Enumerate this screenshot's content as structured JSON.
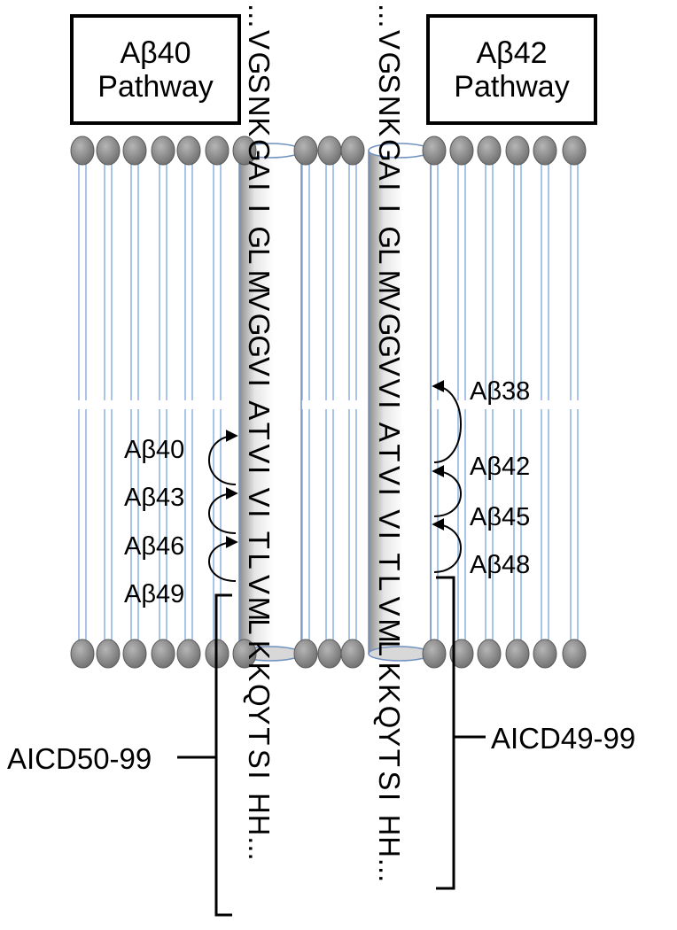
{
  "boxes": {
    "left": {
      "line1": "Aβ40",
      "line2": "Pathway"
    },
    "right": {
      "line1": "Aβ42",
      "line2": "Pathway"
    }
  },
  "sequences": {
    "left": [
      [
        "...",
        "#000000"
      ],
      [
        "V",
        "#000000"
      ],
      [
        "G",
        "#000000"
      ],
      [
        "S",
        "#000000"
      ],
      [
        "N",
        "#000000"
      ],
      [
        "K",
        "#000000"
      ],
      [
        "G",
        "#000000"
      ],
      [
        "A",
        "#000000"
      ],
      [
        "I",
        "#000000"
      ],
      [
        "I",
        "#000000"
      ],
      [
        "G",
        "#000000"
      ],
      [
        "L",
        "#000000"
      ],
      [
        "M",
        "#000000"
      ],
      [
        "V",
        "#000000"
      ],
      [
        "G",
        "#000000"
      ],
      [
        "G",
        "#000000"
      ],
      [
        "V",
        "#000000"
      ],
      [
        "I",
        "#cc0000"
      ],
      [
        "A",
        "#cc0000"
      ],
      [
        "T",
        "#cc0000"
      ],
      [
        "V",
        "#22bb22"
      ],
      [
        "I",
        "#22bb22"
      ],
      [
        "V",
        "#22bb22"
      ],
      [
        "I",
        "#7a2be2"
      ],
      [
        "T",
        "#7a2be2"
      ],
      [
        "L",
        "#7a2be2"
      ],
      [
        "V",
        "#000000"
      ],
      [
        "M",
        "#000000"
      ],
      [
        "L",
        "#000000"
      ],
      [
        "K",
        "#000000"
      ],
      [
        "K",
        "#000000"
      ],
      [
        "Q",
        "#000000"
      ],
      [
        "Y",
        "#000000"
      ],
      [
        "T",
        "#000000"
      ],
      [
        "S",
        "#000000"
      ],
      [
        "I",
        "#000000"
      ],
      [
        "H",
        "#000000"
      ],
      [
        "H",
        "#000000"
      ],
      [
        "...",
        "#000000"
      ]
    ],
    "right": [
      [
        "...",
        "#000000"
      ],
      [
        "V",
        "#000000"
      ],
      [
        "G",
        "#000000"
      ],
      [
        "S",
        "#000000"
      ],
      [
        "N",
        "#000000"
      ],
      [
        "K",
        "#000000"
      ],
      [
        "G",
        "#000000"
      ],
      [
        "A",
        "#000000"
      ],
      [
        "I",
        "#000000"
      ],
      [
        "I",
        "#000000"
      ],
      [
        "G",
        "#000000"
      ],
      [
        "L",
        "#000000"
      ],
      [
        "M",
        "#000000"
      ],
      [
        "V",
        "#000000"
      ],
      [
        "G",
        "#000000"
      ],
      [
        "G",
        "#000000"
      ],
      [
        "V",
        "#cc0000"
      ],
      [
        "V",
        "#cc0000"
      ],
      [
        "I",
        "#cc0000"
      ],
      [
        "A",
        "#cc0000"
      ],
      [
        "T",
        "#22bb22"
      ],
      [
        "V",
        "#22bb22"
      ],
      [
        "I",
        "#22bb22"
      ],
      [
        "V",
        "#7a2be2"
      ],
      [
        "I",
        "#7a2be2"
      ],
      [
        "T",
        "#7a2be2"
      ],
      [
        "L",
        "#000000"
      ],
      [
        "V",
        "#000000"
      ],
      [
        "M",
        "#000000"
      ],
      [
        "L",
        "#000000"
      ],
      [
        "K",
        "#000000"
      ],
      [
        "K",
        "#000000"
      ],
      [
        "Q",
        "#000000"
      ],
      [
        "Y",
        "#000000"
      ],
      [
        "T",
        "#000000"
      ],
      [
        "S",
        "#000000"
      ],
      [
        "I",
        "#000000"
      ],
      [
        "H",
        "#000000"
      ],
      [
        "H",
        "#000000"
      ],
      [
        "...",
        "#000000"
      ]
    ]
  },
  "labels": {
    "left": [
      "Aβ40",
      "Aβ43",
      "Aβ46",
      "Aβ49"
    ],
    "right": [
      "Aβ38",
      "Aβ42",
      "Aβ45",
      "Aβ48"
    ]
  },
  "aicd": {
    "left": "AICD50-99",
    "right": "AICD49-99"
  },
  "colors": {
    "headgroup": "#808080",
    "lipid_tail": "#a9c4ea",
    "helix_dark": "#9a9a9a",
    "red": "#cc0000",
    "green": "#22bb22",
    "purple": "#7a2be2"
  }
}
